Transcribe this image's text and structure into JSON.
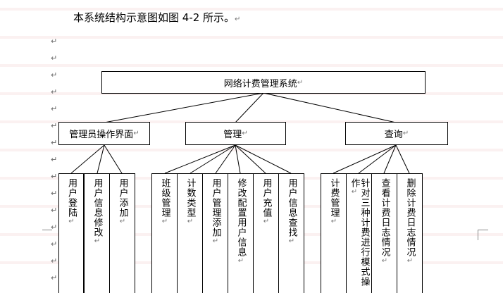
{
  "intro_text": "本系统结构示意图如图 4-2 所示。",
  "root": "网络计费管理系统",
  "groups": [
    {
      "label": "管理员操作界面",
      "children": [
        "用户登陆",
        "用户信息修改",
        "用户添加"
      ]
    },
    {
      "label": "管理",
      "children": [
        "班级管理",
        "计数类型",
        "用户管理添加",
        "修改配置用户信息",
        "用户充值",
        "用户信息查找"
      ]
    },
    {
      "label": "查询",
      "children": [
        "计费管理",
        "针对三种计费进行模式操作",
        "查看计费日志情况",
        "删除计费日志情况"
      ]
    }
  ],
  "paragraph_mark": "↵"
}
